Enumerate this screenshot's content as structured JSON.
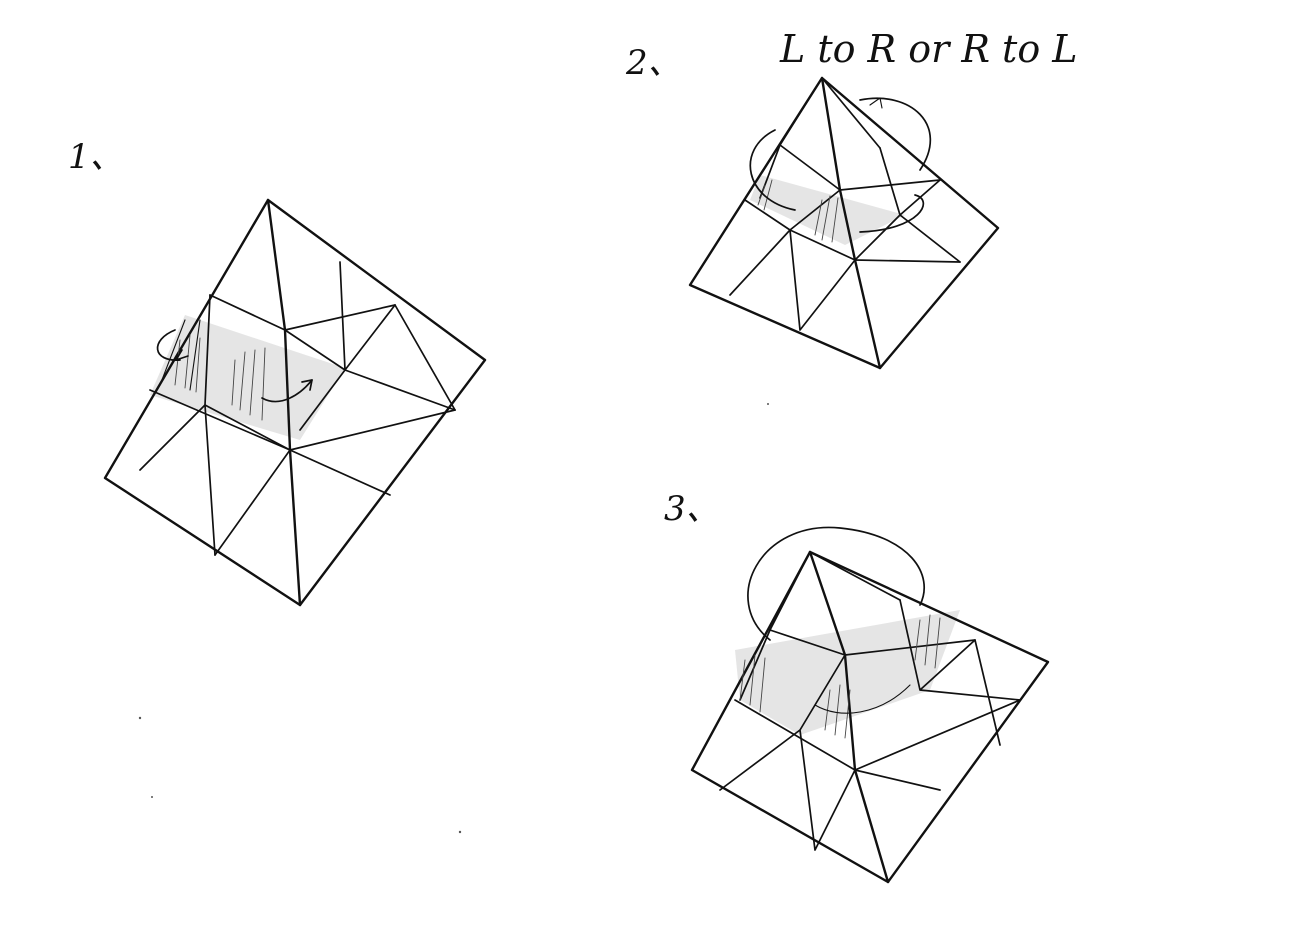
{
  "steps": [
    {
      "label": "1、"
    },
    {
      "label": "2、"
    },
    {
      "label": "3、"
    }
  ],
  "note": "L to R  or  R to L",
  "icons": [
    "rotate-arrow-icon",
    "curved-arrow-icon"
  ],
  "colors": {
    "ink": "#111111",
    "shade": "#cfcfcf",
    "paper": "#ffffff"
  }
}
